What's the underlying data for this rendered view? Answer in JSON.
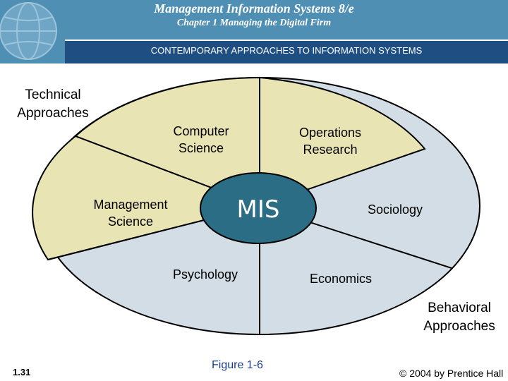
{
  "header": {
    "book_title": "Management Information Systems 8/e",
    "chapter_title": "Chapter 1 Managing the Digital Firm",
    "section_title": "CONTEMPORARY APPROACHES TO INFORMATION SYSTEMS"
  },
  "diagram": {
    "center_label": "MIS",
    "technical_group": "Technical\nApproaches",
    "behavioral_group": "Behavioral\nApproaches",
    "segments": {
      "computer_science": "Computer\nScience",
      "operations_research": "Operations\nResearch",
      "management_science": "Management\nScience",
      "sociology": "Sociology",
      "psychology": "Psychology",
      "economics": "Economics"
    },
    "colors": {
      "technical_fill": "#e9e4b4",
      "behavioral_fill": "#d3dde6",
      "center_fill": "#2b6d84",
      "outline": "#000000"
    }
  },
  "footer": {
    "slide_number": "1.31",
    "figure_label": "Figure 1-6",
    "copyright": "© 2004 by Prentice Hall"
  }
}
